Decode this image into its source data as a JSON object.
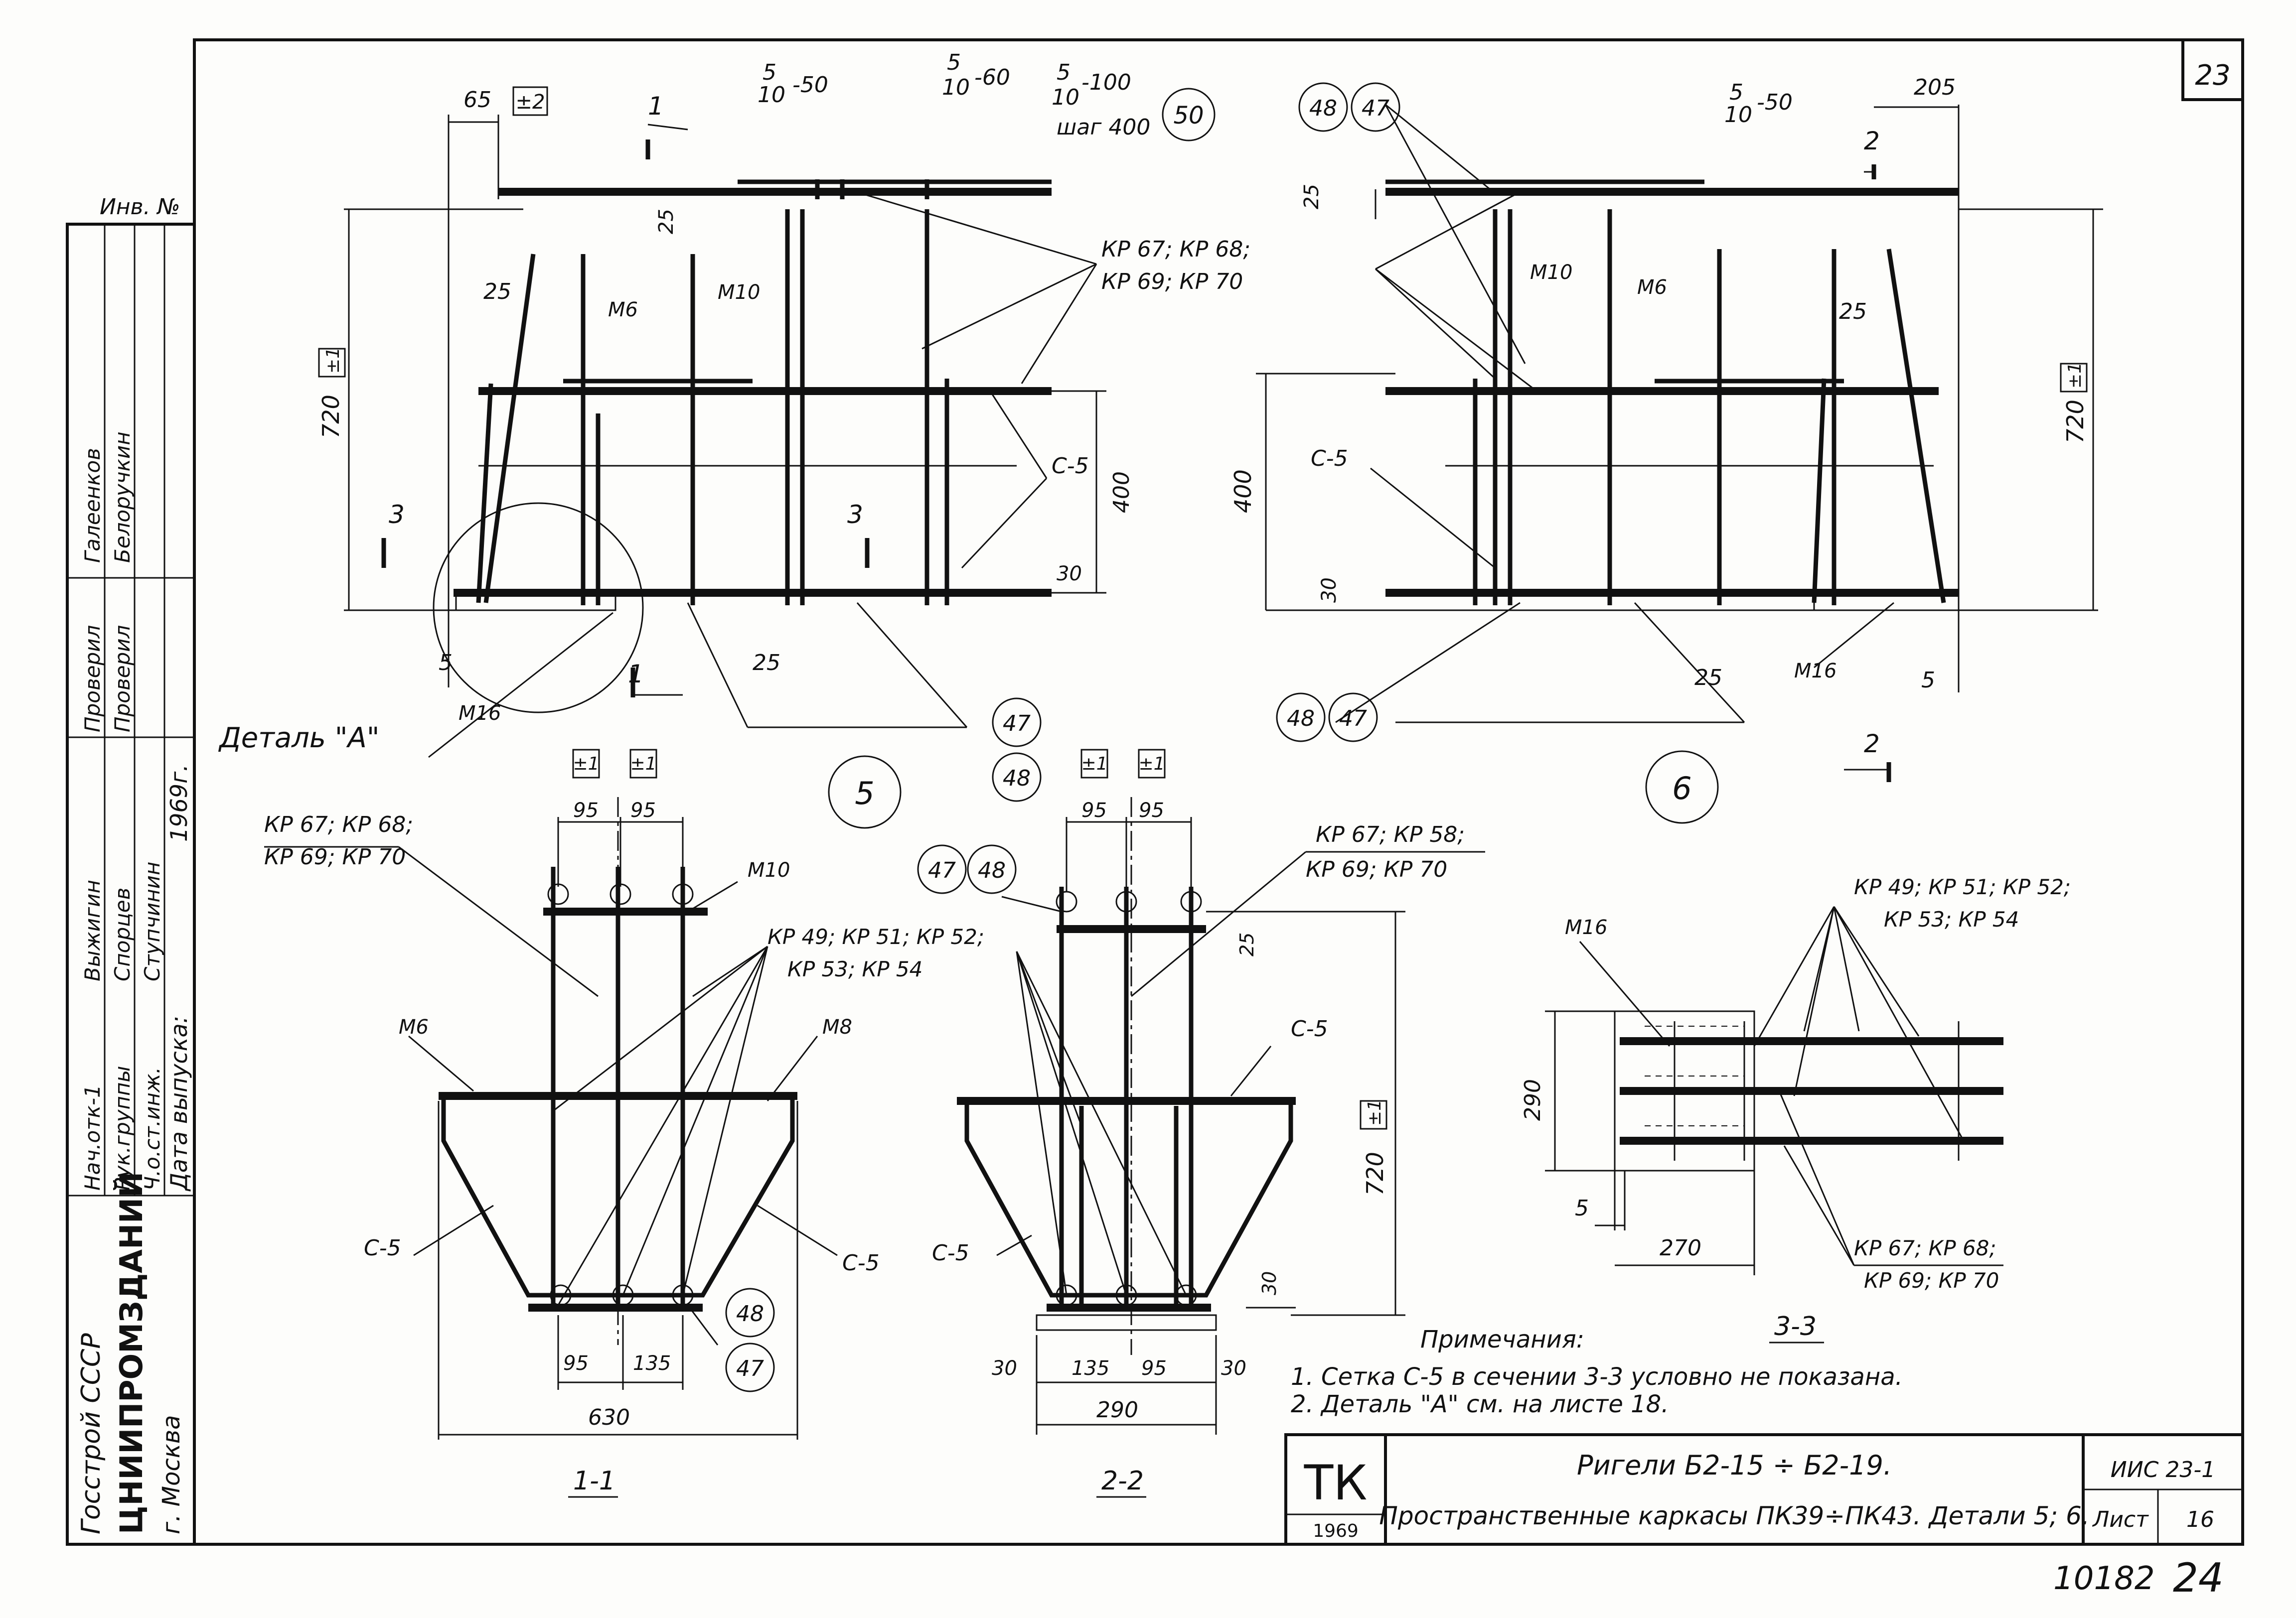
{
  "sheet_number": "23",
  "sheet_code": "10182",
  "sheet_code_suffix": "24",
  "side_stamp": {
    "inv_no": "Инв. №",
    "people": [
      {
        "role": "Нач.отк-1",
        "name": "Выжигин"
      },
      {
        "role": "Рук.группы",
        "name": "Спорцев"
      },
      {
        "role": "Ч.о.ст.инж.",
        "name": "Ступчинин"
      }
    ],
    "checked": [
      "Проверил",
      "Проверил"
    ],
    "reviewers": [
      "Галеенков",
      "Белоручкин"
    ],
    "release_label": "Дата выпуска:",
    "release_year": "1969г.",
    "org1": "Госстрой СССР",
    "org2": "ЦНИИПРОМЗДАНИЙ",
    "city": "г. Москва"
  },
  "title_block": {
    "tk": "ТК",
    "tk_year": "1969",
    "line1": "Ригели Б2-15 ÷ Б2-19.",
    "line2": "Пространственные каркасы ПК39÷ПК43. Детали 5; 6.",
    "code": "ИИС 23-1",
    "sheet_label": "Лист",
    "sheet_value": "16"
  },
  "notes": {
    "heading": "Примечания:",
    "items": [
      "1. Сетка С-5 в сечении 3-3 условно не показана.",
      "2. Деталь \"А\" см. на листе 18."
    ]
  },
  "callouts": {
    "c5": "5",
    "c6": "6",
    "c47": "47",
    "c48": "48",
    "c50": "50",
    "pitch_top": "5",
    "pitch_bot": "10",
    "spacing50": "-50",
    "spacing60": "-60",
    "spacing100": "-100",
    "step400": "шаг 400",
    "kp_top_a": "КР 67; КР 68;",
    "kp_top_b": "КР 69; КР 70",
    "kp_mid_a": "КР 49; КР 51; КР 52;",
    "kp_mid_b": "КР 53; КР 54",
    "kp_58": "КР 67; КР 58;",
    "m6": "М6",
    "m8": "М8",
    "m10": "М10",
    "m16": "М16",
    "c5_label": "С-5",
    "detail_a": "Деталь \"А\"",
    "tol1": "±1",
    "tol2": "±2"
  },
  "dims": {
    "d65": "65",
    "d205": "205",
    "d25": "25",
    "d720": "720",
    "d400": "400",
    "d30": "30",
    "d5": "5",
    "d95": "95",
    "d135": "135",
    "d630": "630",
    "d290": "290",
    "d270": "270"
  },
  "sections": {
    "s1": "1-1",
    "s2": "2-2",
    "s3": "3-3",
    "cut1": "1",
    "cut2": "2",
    "cut3": "3"
  }
}
